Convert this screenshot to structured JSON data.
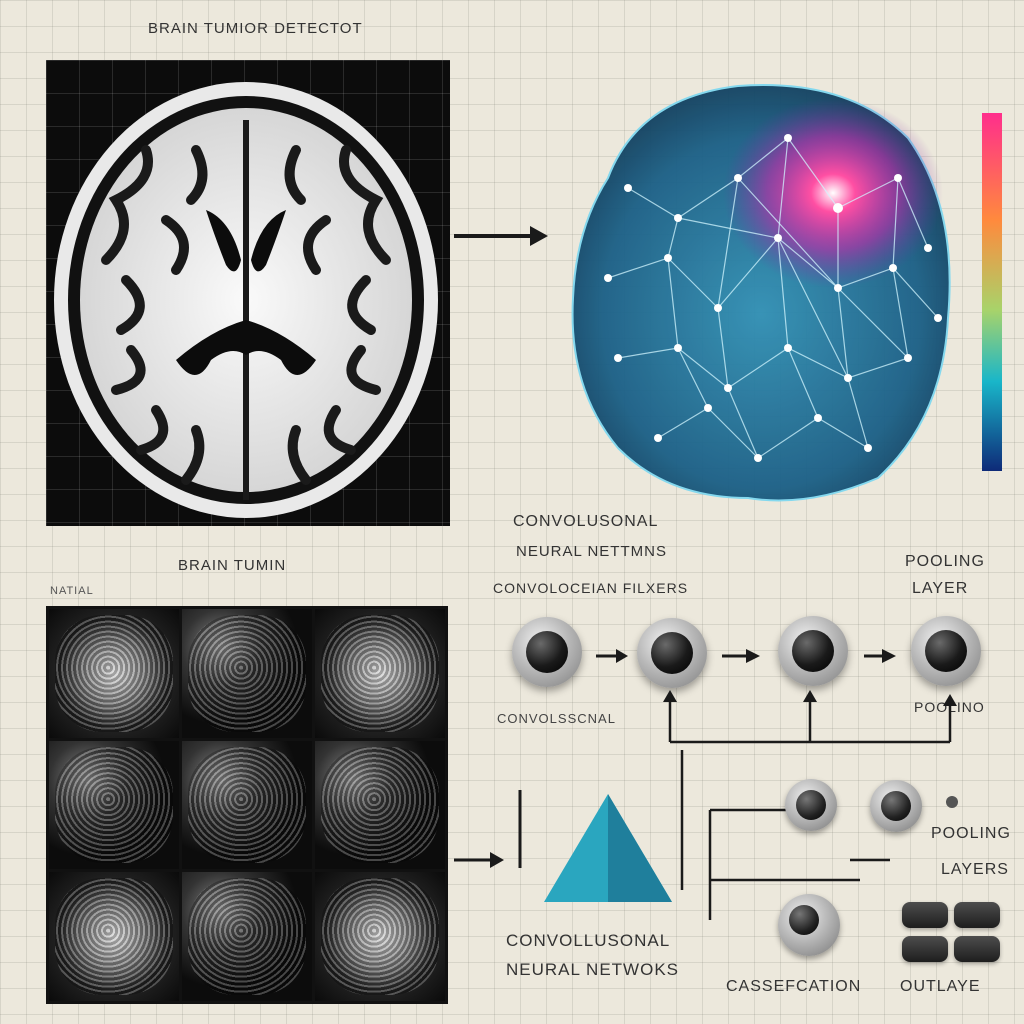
{
  "labels": {
    "title": "BRAIN TUMIOR DETECTOT",
    "brain_tumin": "BRAIN TUMIN",
    "natial": "NATIAL",
    "cnn_top_line1": "CONVOLUSONAL",
    "cnn_top_line2": "NEURAL NETTMNS",
    "filters": "CONVOLOCEIAN FILXERS",
    "pooling_top_line1": "POOLING",
    "pooling_top_line2": "LAYER",
    "convolutional_sub": "CONVOLSSCNAL",
    "pooling_sub": "POOLINO",
    "pooling_layers_line1": "POOLING",
    "pooling_layers_line2": "LAYERS",
    "cnn_bottom_line1": "CONVOLLUSONAL",
    "cnn_bottom_line2": "NEURAL NETWOKS",
    "classification": "CASSEFCATION",
    "output": "OUTLAYE"
  },
  "colors": {
    "background": "#ece8dc",
    "brain_blue": "#1d6f9a",
    "tumor_pink": "#ff2e8c",
    "triangle_teal": "#2aa6bf"
  },
  "icons": {
    "mri_scan": "brain-axial-mri",
    "neural_brain": "glowing-network-brain",
    "pyramid": "teal-pyramid",
    "node": "dark-sphere-button"
  }
}
